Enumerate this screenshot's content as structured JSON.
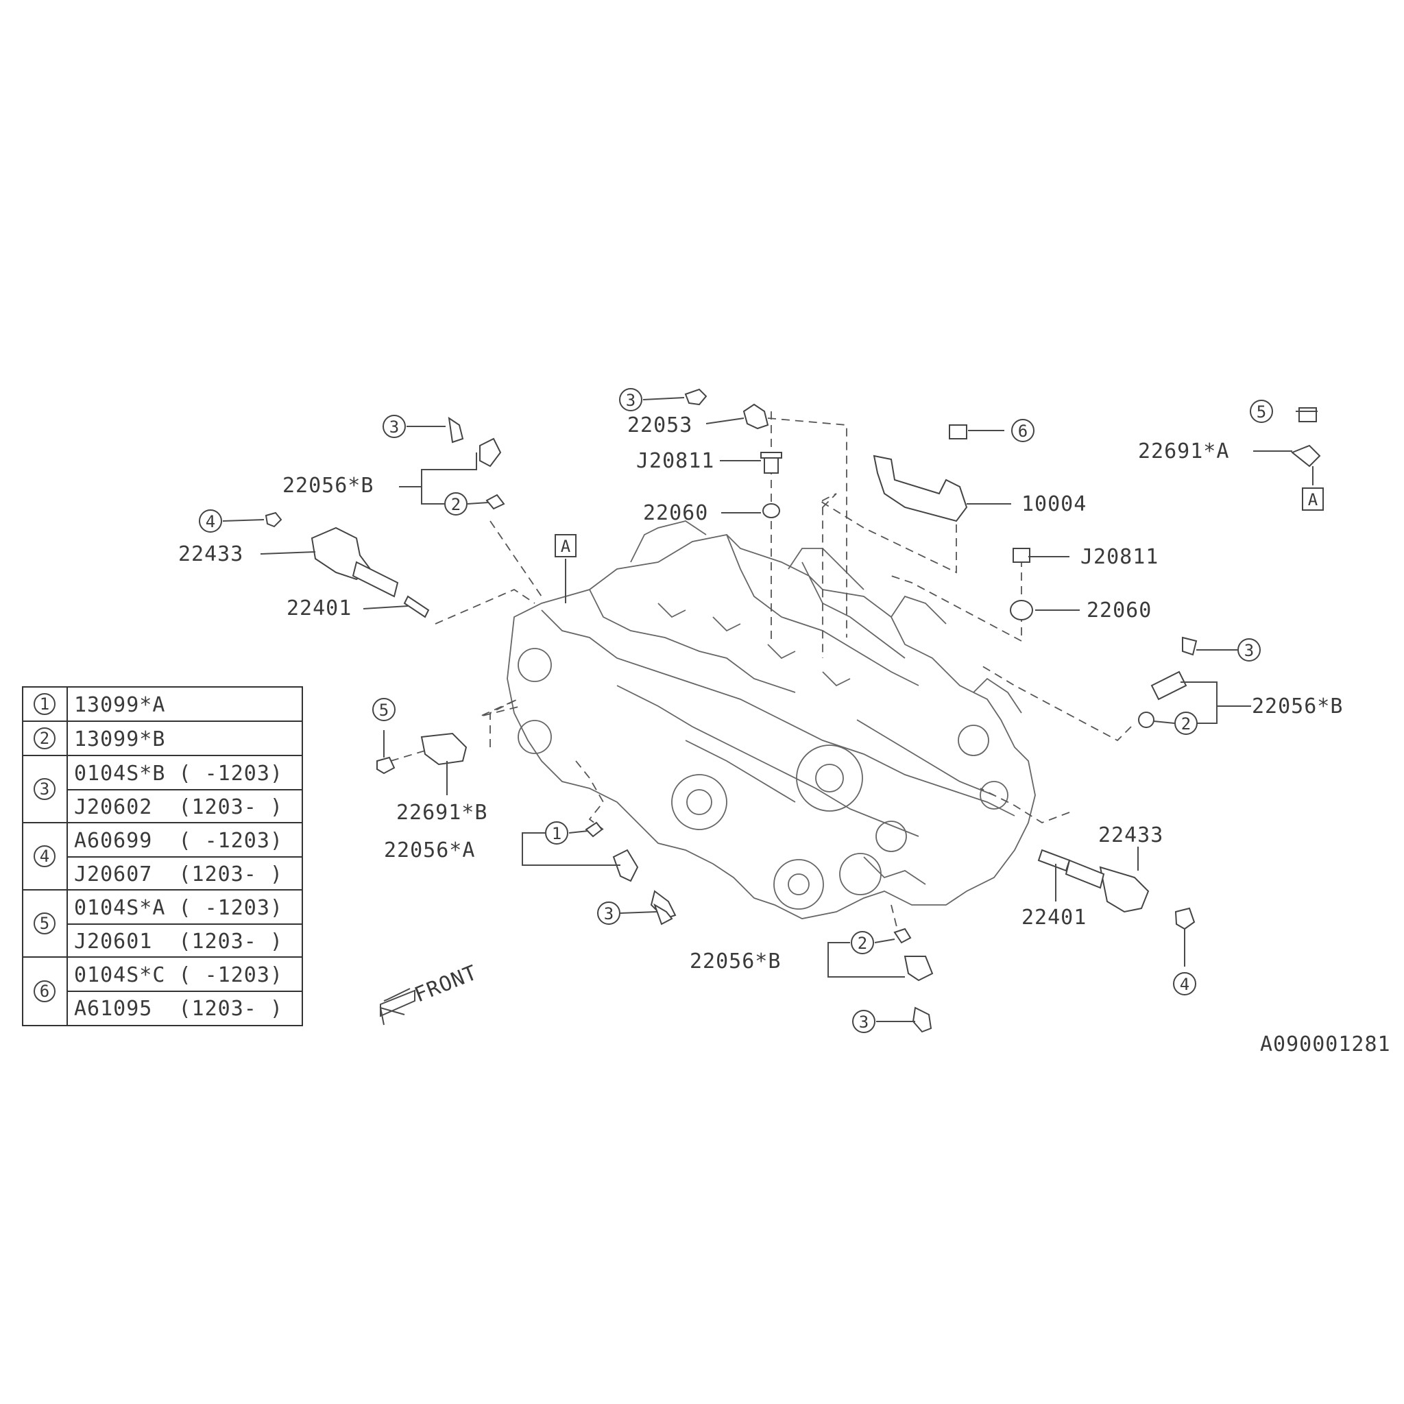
{
  "callouts": {
    "c_22053": "22053",
    "c_J20811_top": "J20811",
    "c_22060_top": "22060",
    "c_22056B_topleft": "22056*B",
    "c_22433_left": "22433",
    "c_22401_left": "22401",
    "c_10004": "10004",
    "c_J20811_right": "J20811",
    "c_22060_right": "22060",
    "c_22691A": "22691*A",
    "c_22056B_right": "22056*B",
    "c_22691B": "22691*B",
    "c_22056A": "22056*A",
    "c_22433_right": "22433",
    "c_22401_right": "22401",
    "c_22056B_bottom": "22056*B",
    "ref_A": "A",
    "front": "FRONT",
    "drawing_id": "A090001281"
  },
  "circled": {
    "one": "1",
    "two": "2",
    "three": "3",
    "four": "4",
    "five": "5",
    "six": "6"
  },
  "legend": [
    {
      "key": "1",
      "rows": [
        "13099*A"
      ]
    },
    {
      "key": "2",
      "rows": [
        "13099*B"
      ]
    },
    {
      "key": "3",
      "rows": [
        "0104S*B ( -1203)",
        "J20602  (1203- )"
      ]
    },
    {
      "key": "4",
      "rows": [
        "A60699  ( -1203)",
        "J20607  (1203- )"
      ]
    },
    {
      "key": "5",
      "rows": [
        "0104S*A ( -1203)",
        "J20601  (1203- )"
      ]
    },
    {
      "key": "6",
      "rows": [
        "0104S*C ( -1203)",
        "A61095  (1203- )"
      ]
    }
  ]
}
